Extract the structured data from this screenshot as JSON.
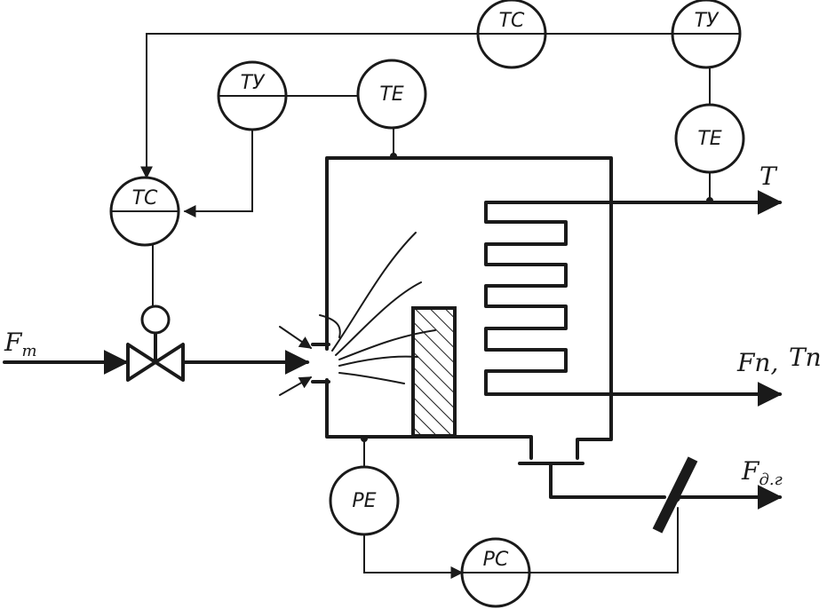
{
  "instruments": {
    "tc_top": "ТС",
    "ty_top": "ТУ",
    "ty_left": "ТУ",
    "te_mid": "ТЕ",
    "te_right": "ТЕ",
    "tc_left": "ТС",
    "pe": "РЕ",
    "pc": "РС"
  },
  "flows": {
    "fuel": {
      "main": "F",
      "sub": "т"
    },
    "product_temp": "T",
    "product": {
      "main": "Fп,",
      "extra": "Tп"
    },
    "flue_gas": {
      "main": "F",
      "sub": "д.г"
    }
  }
}
